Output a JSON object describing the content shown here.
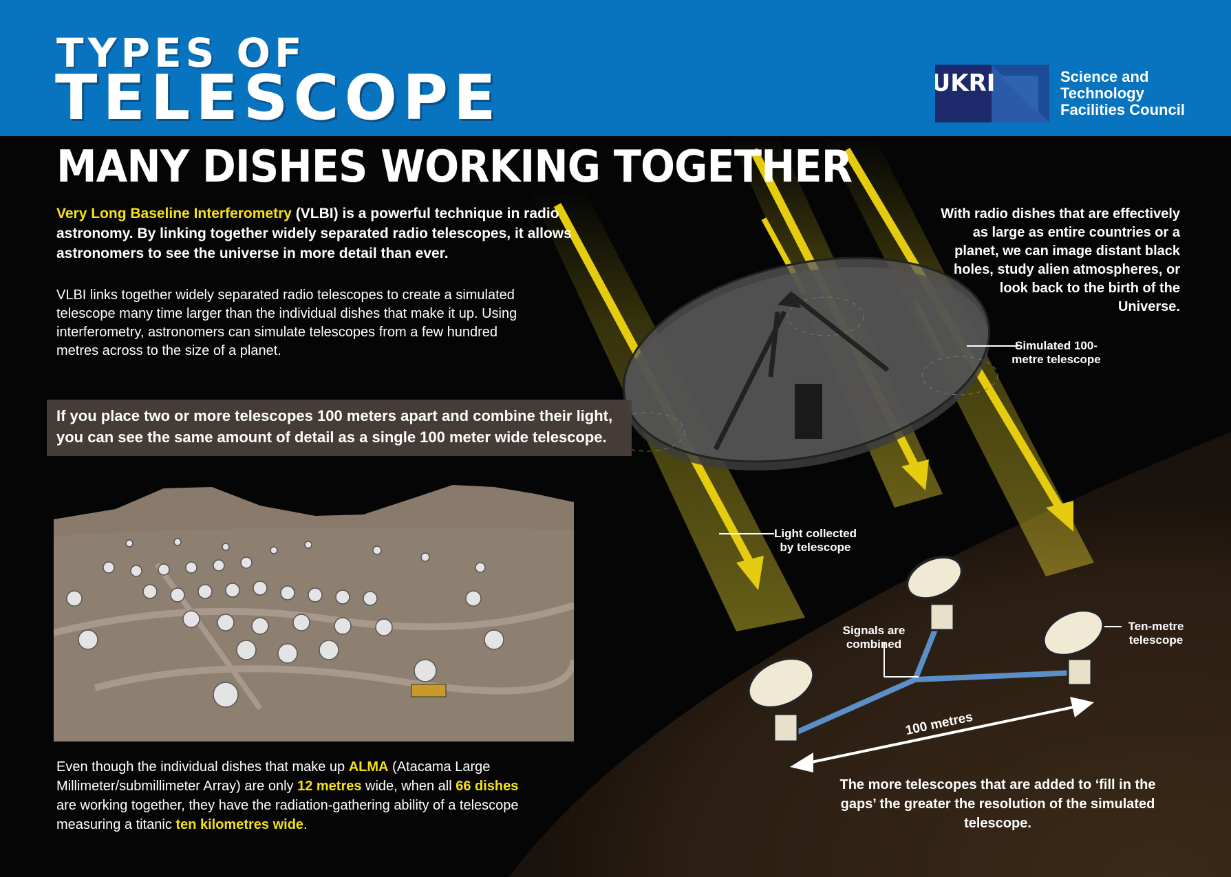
{
  "header": {
    "title_line1": "TYPES OF",
    "title_line2": "TELESCOPE",
    "logo_text": "UKRI",
    "org_line1": "Science and",
    "org_line2": "Technology",
    "org_line3": "Facilities Council"
  },
  "heading": "MANY DISHES WORKING TOGETHER",
  "intro": {
    "highlight": "Very Long Baseline Interferometry",
    "rest": " (VLBI) is a powerful technique in radio astronomy. By linking together widely separated radio telescopes, it allows astronomers to see the universe in more detail than ever."
  },
  "paragraph": "VLBI links together widely separated radio telescopes to create a simulated telescope many time larger than the individual dishes that make it up. Using interferometry, astronomers can simulate telescopes from a few hundred metres across to the size of a planet.",
  "callout": "If you place two or more telescopes 100 meters apart and combine their light, you can see the same amount of detail as a single 100 meter wide telescope.",
  "right_text": "With radio dishes that are effectively as large as entire countries or a planet, we can image distant black holes, study alien atmospheres, or look back to the birth of the Universe.",
  "bottom": {
    "p1": "Even though the individual dishes that make up ",
    "alma": "ALMA",
    "p2": " (Atacama Large Millimeter/submillimeter Array) are only ",
    "twelve": "12 metres",
    "p3": " wide, when all ",
    "sixtysix": "66 dishes",
    "p4": " are working together, they have the radiation-gathering ability of a telescope measuring a titanic ",
    "tenkm": "ten kilometres wide",
    "p5": "."
  },
  "diagram": {
    "simulated_label": "Simulated 100-metre telescope",
    "light_label": "Light collected by telescope",
    "signals_label": "Signals are combined",
    "ten_metre_label": "Ten-metre telescope",
    "distance_label": "100 metres"
  },
  "bottom_right": "The more telescopes that are added to ‘fill in the gaps’ the greater the resolution of the simulated telescope.",
  "colors": {
    "header_blue": "#0874c0",
    "highlight_yellow": "#f5e11a",
    "logo_navy": "#1c2a6b"
  }
}
